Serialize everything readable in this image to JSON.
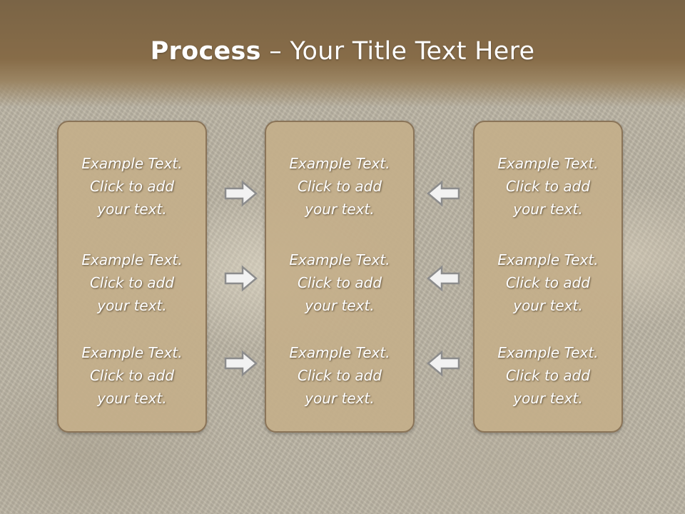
{
  "slide": {
    "title_bold": "Process",
    "title_rest": " – Your Title Text Here"
  },
  "panels": [
    {
      "blocks": [
        {
          "line1": "Example Text.",
          "line2": "Click  to add",
          "line3": "your text."
        },
        {
          "line1": "Example Text.",
          "line2": "Click  to add",
          "line3": "your text."
        },
        {
          "line1": "Example Text.",
          "line2": "Click  to add",
          "line3": "your text."
        }
      ]
    },
    {
      "blocks": [
        {
          "line1": "Example Text.",
          "line2": "Click  to add",
          "line3": "your text."
        },
        {
          "line1": "Example Text.",
          "line2": "Click  to add",
          "line3": "your text."
        },
        {
          "line1": "Example Text.",
          "line2": "Click  to add",
          "line3": "your text."
        }
      ]
    },
    {
      "blocks": [
        {
          "line1": "Example Text.",
          "line2": "Click  to add",
          "line3": "your text."
        },
        {
          "line1": "Example Text.",
          "line2": "Click  to add",
          "line3": "your text."
        },
        {
          "line1": "Example Text.",
          "line2": "Click  to add",
          "line3": "your text."
        }
      ]
    }
  ],
  "arrows": {
    "left_column_icon": "arrow-right-icon",
    "right_column_icon": "arrow-left-icon"
  },
  "colors": {
    "header": "#876c48",
    "panel_fill": "#c4ae8a",
    "panel_border": "#8a7458",
    "arrow_fill": "#f2f2f2",
    "arrow_stroke": "#8c8c8c"
  }
}
